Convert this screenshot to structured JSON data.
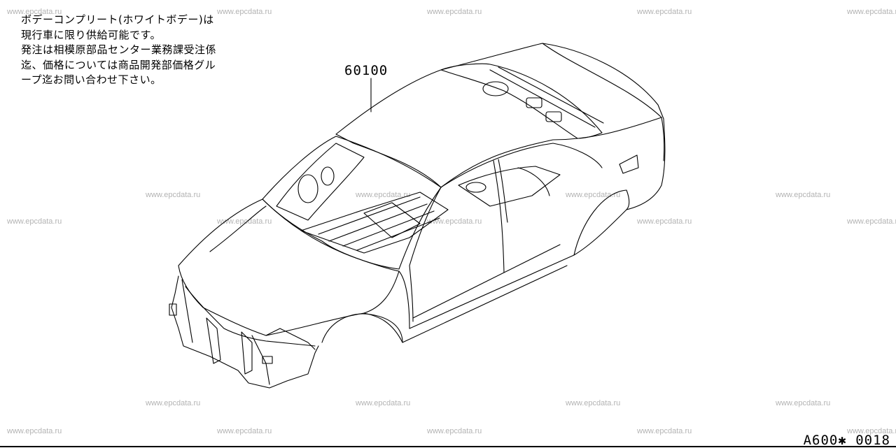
{
  "note_lines": [
    "ボデーコンプリート(ホワイトボデー)は",
    "現行車に限り供給可能です。",
    "発注は相模原部品センター業務課受注係",
    "迄、価格については商品開発部価格グル",
    "ープ迄お問い合わせ下さい。"
  ],
  "part_number": "60100",
  "diagram_code": "A600✱ 0018",
  "watermark": "www.epcdata.ru",
  "diagram_subject": "body-complete-white-body"
}
